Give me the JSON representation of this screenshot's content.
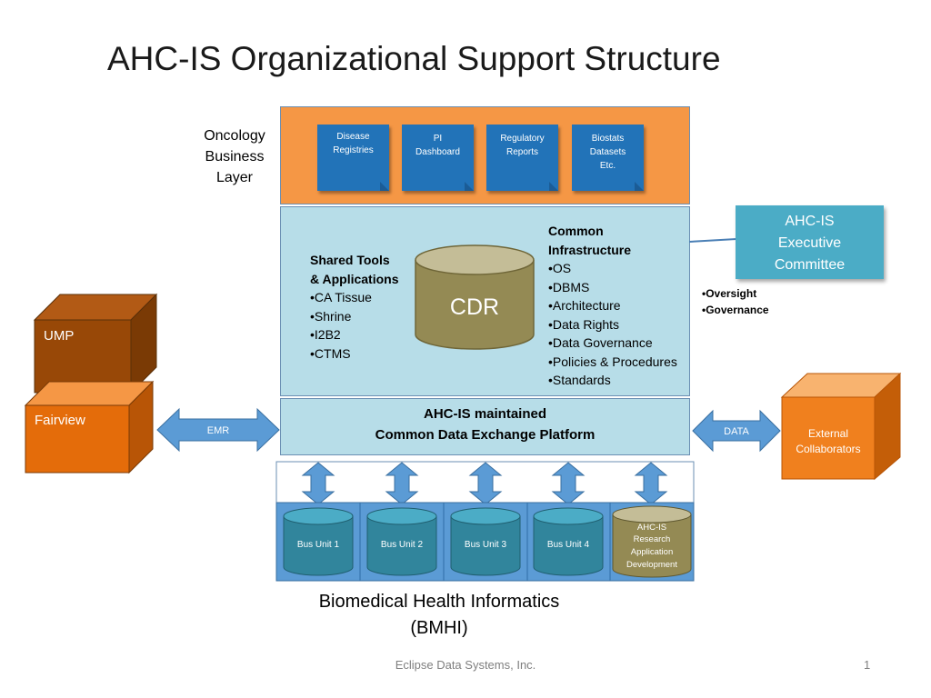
{
  "title": "AHC-IS Organizational Support Structure",
  "oncology_label": [
    "Oncology",
    "Business",
    "Layer"
  ],
  "oncology_tiles": [
    [
      "Disease",
      "Registries"
    ],
    [
      "PI",
      "Dashboard"
    ],
    [
      "Regulatory",
      "Reports"
    ],
    [
      "Biostats",
      "Datasets",
      "Etc."
    ]
  ],
  "shared_tools": {
    "heading": [
      "Shared Tools",
      "& Applications"
    ],
    "items": [
      "•CA Tissue",
      "•Shrine",
      "•I2B2",
      "•CTMS"
    ]
  },
  "cdr_label": "CDR",
  "common_infra": {
    "heading": [
      "Common",
      "Infrastructure"
    ],
    "items": [
      "•OS",
      "•DBMS",
      "•Architecture",
      "•Data Rights",
      "•Data Governance",
      "•Policies & Procedures",
      "•Standards"
    ]
  },
  "exec_committee": [
    "AHC-IS",
    "Executive",
    "Committee"
  ],
  "exec_roles": [
    "•Oversight",
    "•Governance"
  ],
  "exchange_platform": [
    "AHC-IS maintained",
    "Common Data Exchange Platform"
  ],
  "left_boxes": {
    "ump": "UMP",
    "fairview": "Fairview"
  },
  "emr_arrow": "EMR",
  "data_arrow": "DATA",
  "external_box": [
    "External",
    "Collaborators"
  ],
  "bus_units": [
    "Bus Unit 1",
    "Bus Unit 2",
    "Bus Unit 3",
    "Bus Unit 4"
  ],
  "research_unit": [
    "AHC-IS",
    "Research",
    "Application",
    "Development"
  ],
  "bmhi_label": [
    "Biomedical Health Informatics",
    "(BMHI)"
  ],
  "footer": "Eclipse Data Systems, Inc.",
  "page_number": "1",
  "colors": {
    "orange_band": "#f59745",
    "tile_blue": "#2273b8",
    "infra_blue": "#b7dde8",
    "cdr_olive": "#948a54",
    "exec_teal": "#4bacc6",
    "ump_brown": "#984807",
    "fairview_orange": "#e46c0a",
    "arrow_blue": "#5b9bd5",
    "bus_teal": "#31859c"
  }
}
